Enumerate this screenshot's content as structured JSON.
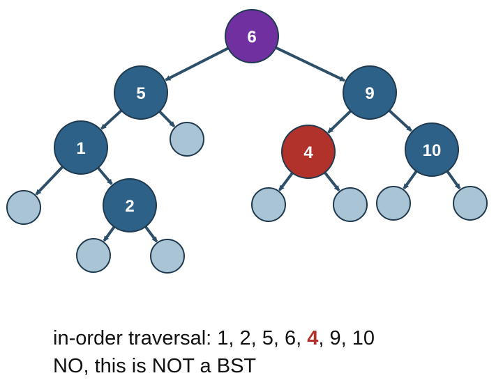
{
  "diagram": {
    "nodes": [
      {
        "id": "n6",
        "label": "6",
        "kind": "root"
      },
      {
        "id": "n5",
        "label": "5",
        "kind": "internal"
      },
      {
        "id": "n9",
        "label": "9",
        "kind": "internal"
      },
      {
        "id": "n1",
        "label": "1",
        "kind": "internal"
      },
      {
        "id": "e5r",
        "label": "",
        "kind": "empty"
      },
      {
        "id": "n4",
        "label": "4",
        "kind": "violation"
      },
      {
        "id": "n10",
        "label": "10",
        "kind": "internal"
      },
      {
        "id": "e1l",
        "label": "",
        "kind": "empty"
      },
      {
        "id": "n2",
        "label": "2",
        "kind": "internal"
      },
      {
        "id": "e4l",
        "label": "",
        "kind": "empty"
      },
      {
        "id": "e4r",
        "label": "",
        "kind": "empty"
      },
      {
        "id": "e10l",
        "label": "",
        "kind": "empty"
      },
      {
        "id": "e10r",
        "label": "",
        "kind": "empty"
      },
      {
        "id": "e2l",
        "label": "",
        "kind": "empty"
      },
      {
        "id": "e2r",
        "label": "",
        "kind": "empty"
      }
    ],
    "edges": [
      {
        "from": "n6",
        "to": "n5"
      },
      {
        "from": "n6",
        "to": "n9"
      },
      {
        "from": "n5",
        "to": "n1"
      },
      {
        "from": "n5",
        "to": "e5r"
      },
      {
        "from": "n9",
        "to": "n4"
      },
      {
        "from": "n9",
        "to": "n10"
      },
      {
        "from": "n1",
        "to": "e1l"
      },
      {
        "from": "n1",
        "to": "n2"
      },
      {
        "from": "n4",
        "to": "e4l"
      },
      {
        "from": "n4",
        "to": "e4r"
      },
      {
        "from": "n10",
        "to": "e10l"
      },
      {
        "from": "n10",
        "to": "e10r"
      },
      {
        "from": "n2",
        "to": "e2l"
      },
      {
        "from": "n2",
        "to": "e2r"
      }
    ],
    "colors": {
      "root": "#7030a0",
      "internal": "#2e6188",
      "violation": "#b0322b",
      "empty": "#a9c4d4",
      "stroke": "#1f3a4f",
      "edge": "#2e4f6a",
      "highlight_text": "#b0322b"
    }
  },
  "caption": {
    "traversal_prefix": "in-order traversal: 1, 2, 5, 6, ",
    "traversal_highlight": "4",
    "traversal_suffix": ", 9, 10",
    "verdict": "NO, this is NOT a BST"
  }
}
